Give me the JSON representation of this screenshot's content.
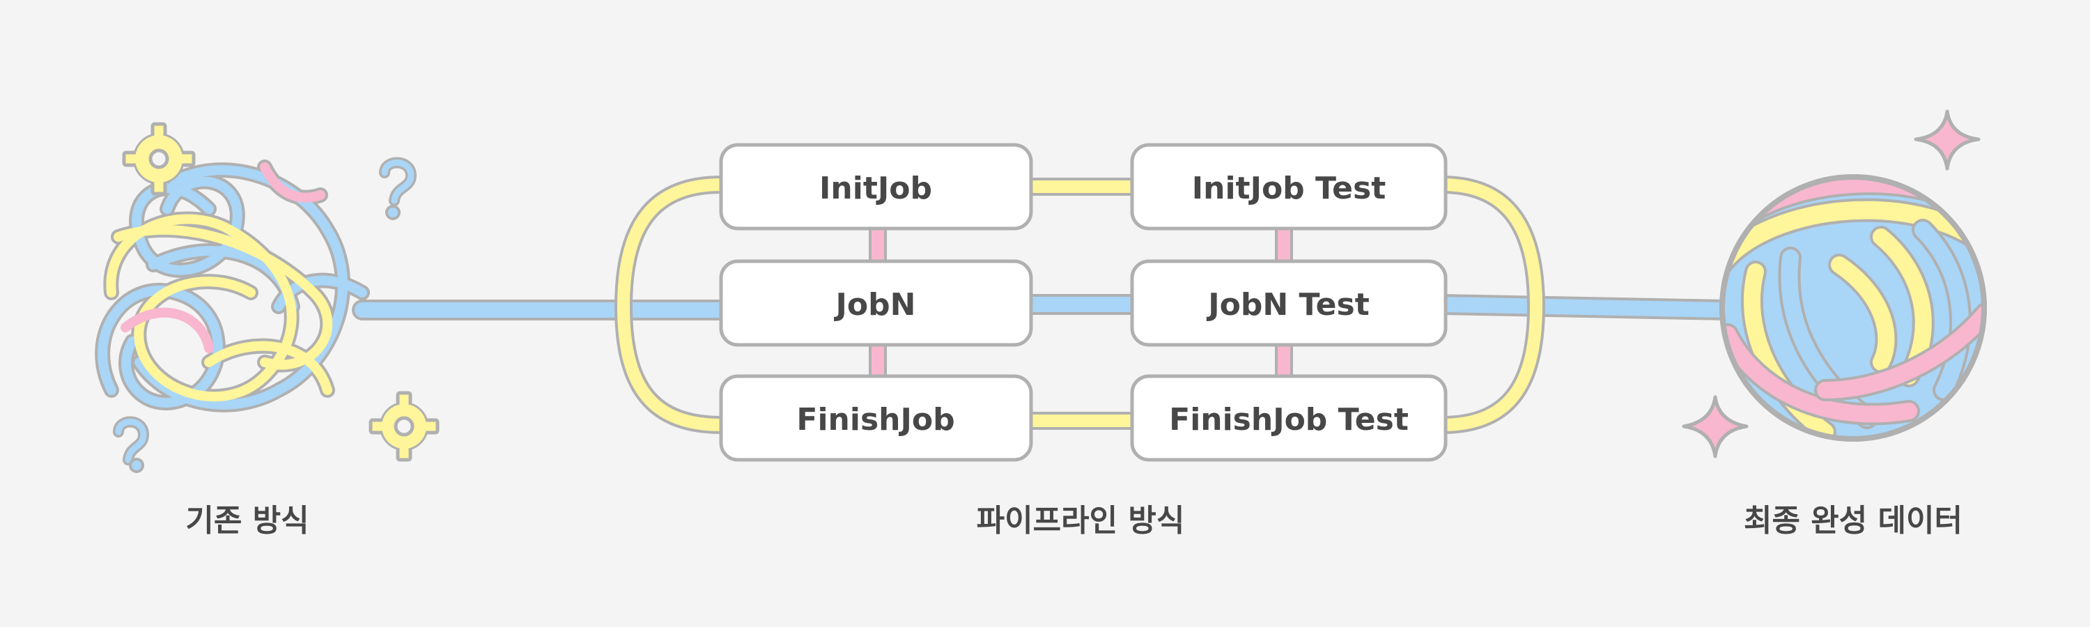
{
  "labels": {
    "existing": "기존 방식",
    "pipeline": "파이프라인 방식",
    "final": "최종 완성 데이터"
  },
  "jobs": {
    "init": "InitJob",
    "init_test": "InitJob Test",
    "jobn": "JobN",
    "jobn_test": "JobN Test",
    "finish": "FinishJob",
    "finish_test": "FinishJob Test"
  },
  "colors": {
    "background": "#f4f4f4",
    "yarn_yellow": "#fff59a",
    "yarn_blue": "#a9d5f7",
    "yarn_pink": "#f8b7cf",
    "outline": "#b0b0b0",
    "text": "#474747"
  },
  "icons": [
    "gear-icon",
    "question-mark-icon",
    "sparkle-icon",
    "yarn-ball-icon",
    "tangled-yarn-icon"
  ]
}
